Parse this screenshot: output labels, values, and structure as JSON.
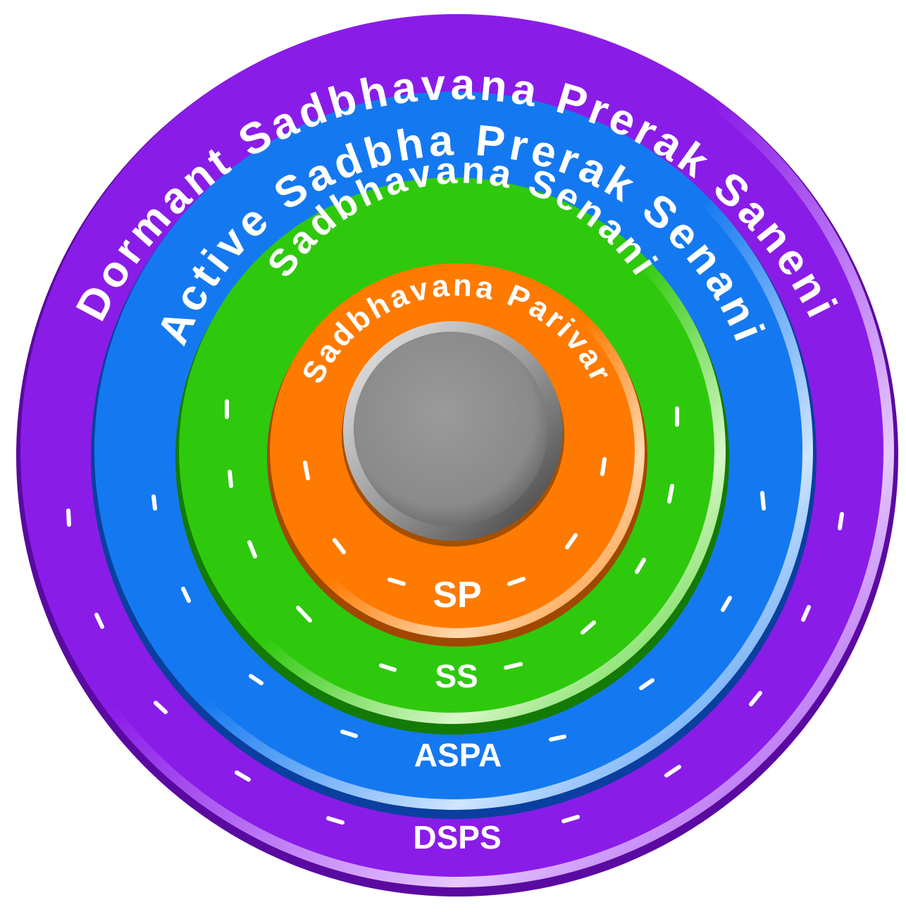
{
  "rings": [
    {
      "id": "outer",
      "title": "Dormant Sadbhavana Prerak Saneni",
      "abbr": "DSPS",
      "color": "#8a1ce8"
    },
    {
      "id": "second",
      "title": "Active Sadbha Prerak Senani",
      "abbr": "ASPA",
      "color": "#1479f0"
    },
    {
      "id": "third",
      "title": "Sadbhavana Senani",
      "abbr": "SS",
      "color": "#2ec90c"
    },
    {
      "id": "inner",
      "title": "Sadbhavana Parivar",
      "abbr": "SP",
      "color": "#ff7a00"
    }
  ],
  "core": {
    "color": "#8c8c8c"
  }
}
